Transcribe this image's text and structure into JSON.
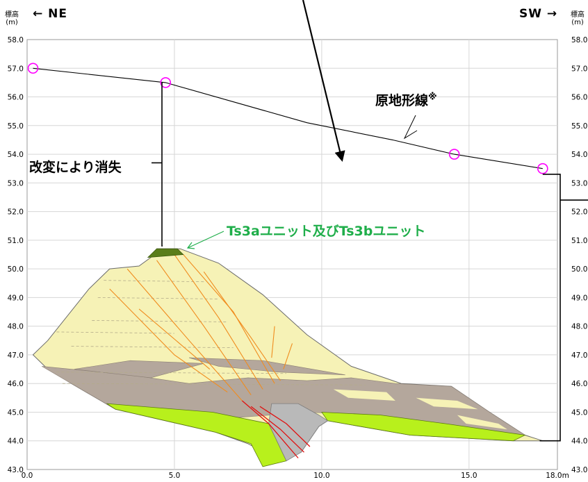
{
  "header": {
    "left_unit_label_1": "標高",
    "left_unit_label_2": "(m)",
    "left_direction": "← NE",
    "right_direction": "SW →",
    "right_unit_label_1": "標高",
    "right_unit_label_2": "(m)"
  },
  "annotations": {
    "original_terrain": "原地形線",
    "original_terrain_mark": "※",
    "lost_by_modification": "改変により消失",
    "ts_units": "Ts3aユニット及びTs3bユニット"
  },
  "axes": {
    "y_ticks": [
      "43.0",
      "44.0",
      "45.0",
      "46.0",
      "47.0",
      "48.0",
      "49.0",
      "50.0",
      "51.0",
      "52.0",
      "53.0",
      "54.0",
      "55.0",
      "56.0",
      "57.0",
      "58.0"
    ],
    "x_ticks": [
      "0.0",
      "5.0",
      "10.0",
      "15.0",
      "18.0m"
    ]
  },
  "colors": {
    "grid": "#d6d6d6",
    "circle_marker": "#ff00ff",
    "ts_label": "#1fae4a",
    "pale_yellow": "#f6f2b6",
    "brown_gray": "#b4a79c",
    "lime": "#b8f01c",
    "gray_fill": "#b9b9b9",
    "red_fault": "#e01010",
    "orange_crack": "#f08c1e",
    "dark_green": "#5a7d1a"
  },
  "chart_data": {
    "type": "line",
    "title": "",
    "xlabel": "",
    "ylabel": "標高(m)",
    "xlim": [
      0,
      18
    ],
    "ylim": [
      43,
      58
    ],
    "series": [
      {
        "name": "原地形線",
        "x": [
          0.2,
          4.7,
          9.5,
          12.4,
          14.5,
          17.5
        ],
        "y": [
          57.0,
          56.5,
          55.1,
          54.5,
          54.0,
          53.5
        ]
      }
    ],
    "markers": [
      {
        "x": 0.2,
        "y": 57.0
      },
      {
        "x": 4.7,
        "y": 56.5
      },
      {
        "x": 14.5,
        "y": 54.0
      },
      {
        "x": 17.5,
        "y": 53.5
      }
    ]
  }
}
